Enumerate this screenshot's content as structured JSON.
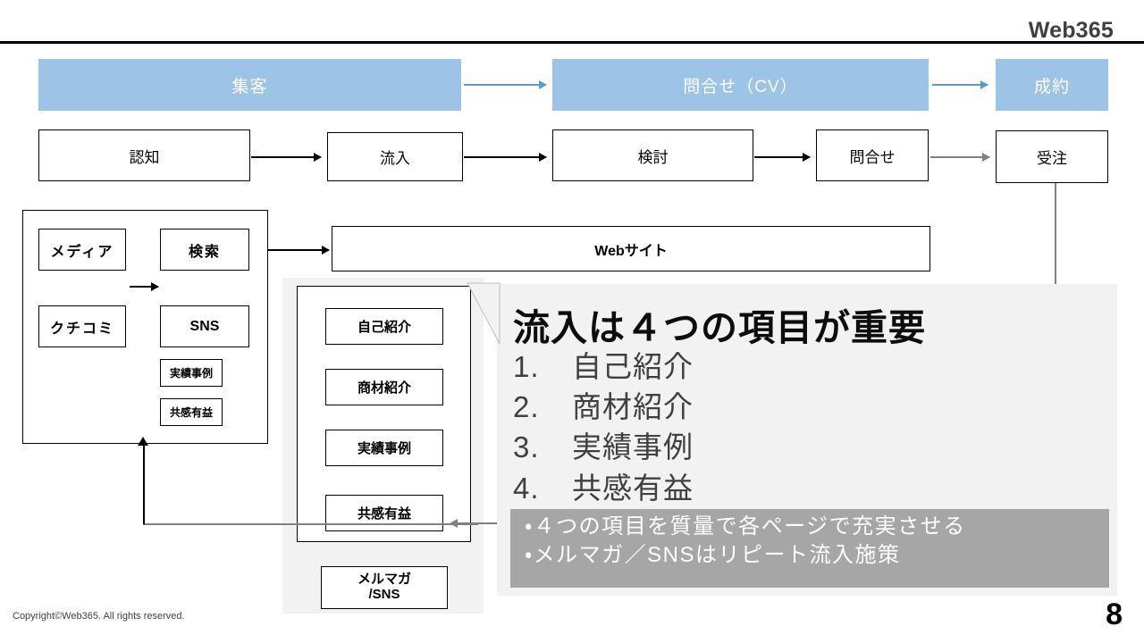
{
  "header": {
    "brand": "Web365"
  },
  "stage_bands": [
    {
      "label": "集客"
    },
    {
      "label": "問合せ（CV）"
    },
    {
      "label": "成約"
    }
  ],
  "funnel_steps": [
    {
      "label": "認知"
    },
    {
      "label": "流入"
    },
    {
      "label": "検討"
    },
    {
      "label": "問合せ"
    },
    {
      "label": "受注"
    }
  ],
  "channels": {
    "media": "メディア",
    "search": "検索",
    "word_of_mouth": "クチコミ",
    "sns": "SNS",
    "case_studies": "実績事例",
    "empathy_benefit": "共感有益"
  },
  "website": {
    "label": "Webサイト"
  },
  "content_items": [
    {
      "label": "自己紹介"
    },
    {
      "label": "商材紹介"
    },
    {
      "label": "実績事例"
    },
    {
      "label": "共感有益"
    }
  ],
  "mail_magazine": {
    "line1": "メルマガ",
    "line2": "/SNS"
  },
  "callout": {
    "title": "流入は４つの項目が重要",
    "items": [
      {
        "num": "1.",
        "label": "自己紹介"
      },
      {
        "num": "2.",
        "label": "商材紹介"
      },
      {
        "num": "3.",
        "label": "実績事例"
      },
      {
        "num": "4.",
        "label": "共感有益"
      }
    ],
    "notes": [
      "・４つの項目を質量で各ページで充実させる",
      "・メルマガ／SNSはリピート流入施策"
    ]
  },
  "footer": {
    "copyright": "Copyright©Web365. All rights reserved.",
    "page_number": "8"
  },
  "colors": {
    "band_blue": "#9dc3e6",
    "band_arrow_blue": "#5b9bd5",
    "panel_gray": "#f2f2f2",
    "notes_gray": "#a6a6a6",
    "text_dark": "#404040"
  }
}
